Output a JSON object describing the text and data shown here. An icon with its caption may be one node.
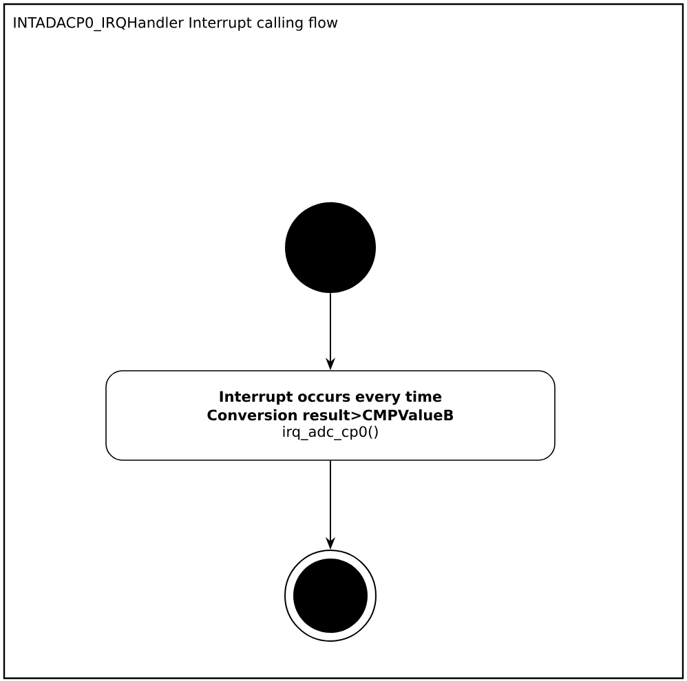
{
  "diagram": {
    "nodes": [
      {
        "text": [
          "INTADACP0_IRQHandler Interrupt calling flow"
        ]
      },
      {
        "text": [],
        "shape": "circle",
        "in": 0
      },
      {
        "text": [
          "Interrupt occurs every time Conversion result>CMPValueB",
          "irq_adc_cp0()"
        ],
        "in": 0
      },
      {
        "text": [],
        "shape": "bullseye",
        "in": 0
      }
    ],
    "edges": [
      {
        "from": 1,
        "to": 2,
        "arrow": "to"
      },
      {
        "from": 2,
        "to": 3,
        "arrow": "to"
      }
    ]
  }
}
